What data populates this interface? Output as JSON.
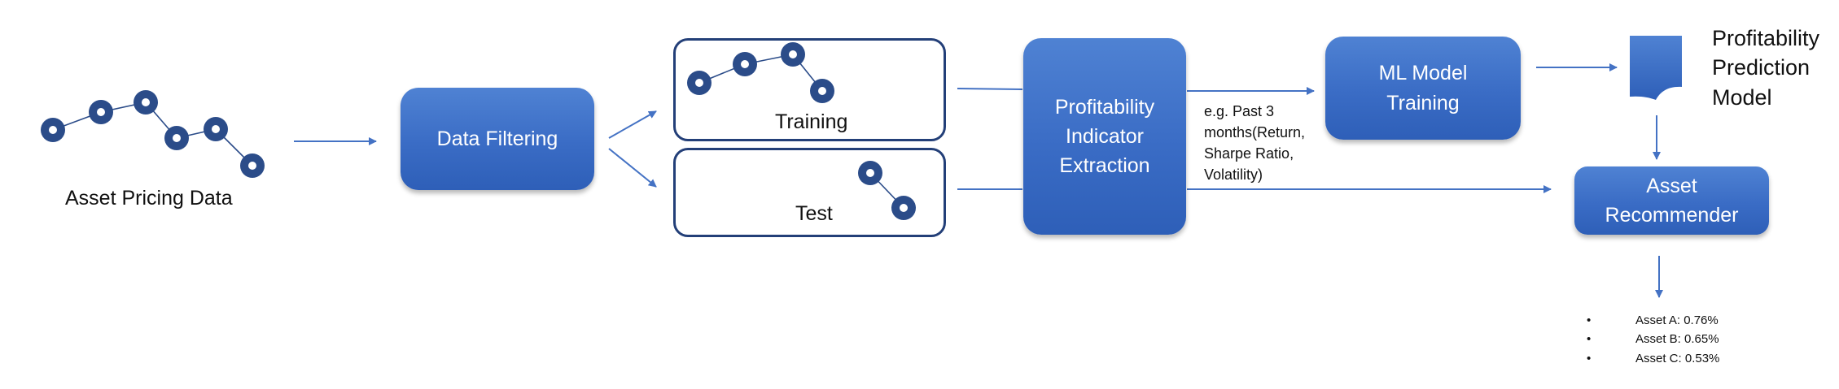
{
  "source": {
    "caption": "Asset Pricing Data"
  },
  "data_filtering": {
    "label": "Data Filtering"
  },
  "split": {
    "training_label": "Training",
    "test_label": "Test"
  },
  "indicator": {
    "label": "Profitability\nIndicator\nExtraction"
  },
  "indicator_note": {
    "text": "e.g. Past 3\nmonths(Return,\nSharpe Ratio,\nVolatility)"
  },
  "ml_training": {
    "label": "ML Model\nTraining"
  },
  "model": {
    "title": "Profitability\nPrediction\nModel",
    "icon": "document-icon"
  },
  "recommender": {
    "label": "Asset\nRecommender"
  },
  "results": {
    "bullet": "•",
    "items": [
      "Asset A: 0.76%",
      "Asset B: 0.65%",
      "Asset C: 0.53%"
    ]
  },
  "colors": {
    "node_fill": "#2b4c89",
    "arrow": "#4472c4",
    "box_blue": "#3a6cc5",
    "outline": "#233f78"
  }
}
